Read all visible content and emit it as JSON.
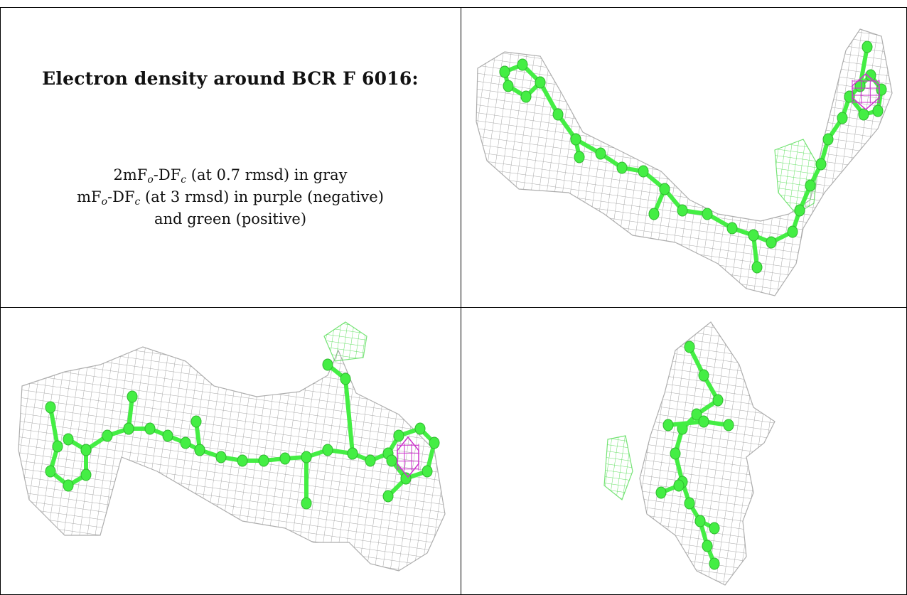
{
  "caption": {
    "title": "Electron density around BCR F 6016:",
    "line1": {
      "p1": "2mF",
      "s1": "o",
      "p2": "-DF",
      "s2": "c",
      "p3": " (at 0.7 rmsd) in gray"
    },
    "line2": {
      "p1": "mF",
      "s1": "o",
      "p2": "-DF",
      "s2": "c",
      "p3": " (at 3 rmsd) in purple (negative)"
    },
    "line3": "and green (positive)"
  },
  "colors": {
    "mesh_2fofc": "#8a8a8a",
    "mesh_negative": "#cc33cc",
    "mesh_positive": "#55dd55",
    "model_atoms": "#44ee44"
  },
  "panels": [
    {
      "view": "top-right"
    },
    {
      "view": "bottom-left"
    },
    {
      "view": "bottom-right"
    }
  ]
}
